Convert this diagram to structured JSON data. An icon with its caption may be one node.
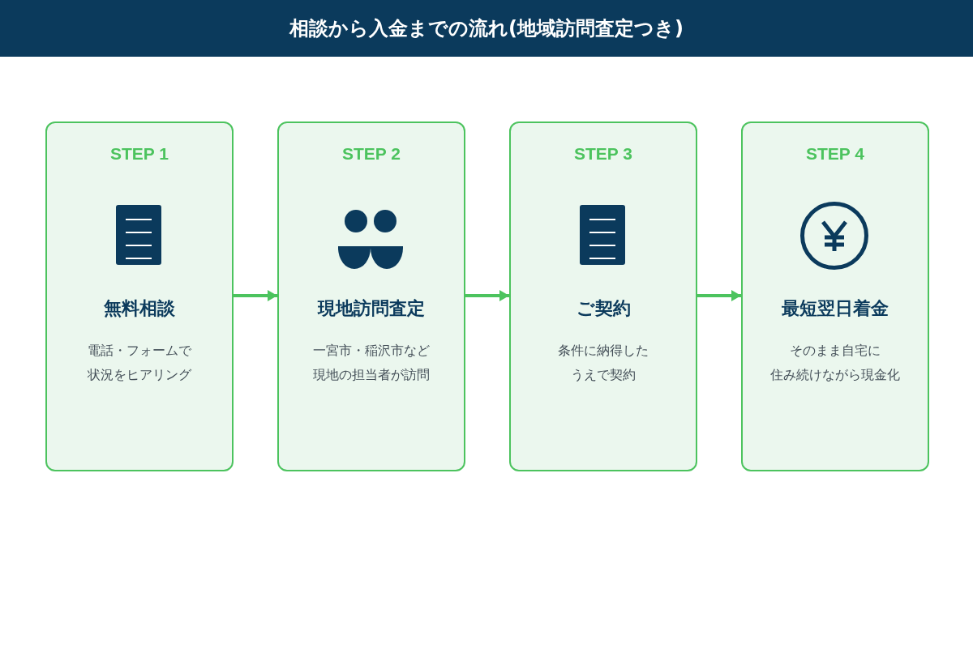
{
  "diagram": {
    "title": "相談から入金までの流れ(地域訪問査定つき)",
    "nodes": [
      {
        "text": [
          "STEP 1",
          "無料相談",
          "電話・フォームで状況をヒアリング"
        ]
      },
      {
        "text": [
          "STEP 2",
          "現地訪問査定",
          "一宮市・稲沢市など現地の担当者が訪問"
        ]
      },
      {
        "text": [
          "STEP 3",
          "ご契約",
          "条件に納得したうえで契約"
        ]
      },
      {
        "text": [
          "STEP 4",
          "最短翌日着金",
          "そのまま自宅に住み続けながら現金化"
        ]
      }
    ],
    "edges": [
      {
        "from": 0,
        "to": 1,
        "arrow": "to"
      },
      {
        "from": 1,
        "to": 2,
        "arrow": "to"
      },
      {
        "from": 2,
        "to": 3,
        "arrow": "to"
      }
    ]
  }
}
